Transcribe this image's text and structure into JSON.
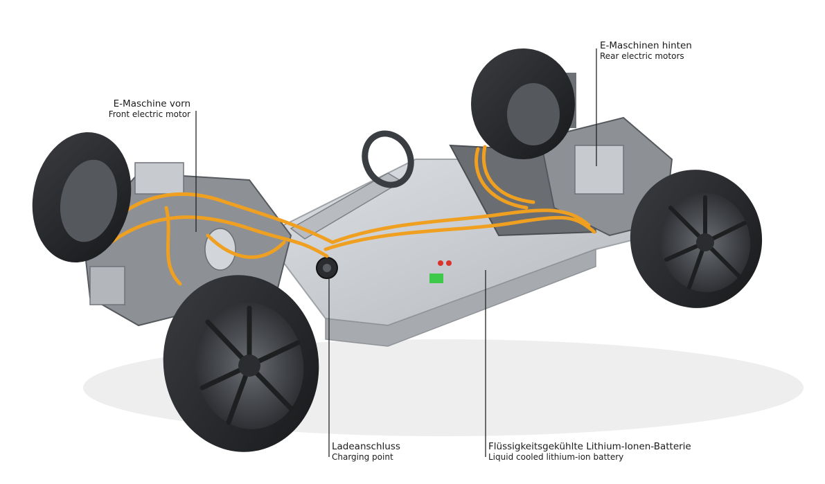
{
  "labels": {
    "front_motor": {
      "de": "E-Maschine vorn",
      "en": "Front electric motor"
    },
    "rear_motors": {
      "de": "E-Maschinen hinten",
      "en": "Rear electric motors"
    },
    "charging_point": {
      "de": "Ladeanschluss",
      "en": "Charging point"
    },
    "battery": {
      "de": "Flüssigkeitsgekühlte Lithium-Ionen-Batterie",
      "en": "Liquid cooled lithium-ion battery"
    }
  },
  "colors": {
    "hv_cable": "#f0a020",
    "tire": "#2b2d30",
    "battery_plate": "#c9ccd0",
    "rim": "#4a4d52",
    "leader_line": "#222222"
  }
}
